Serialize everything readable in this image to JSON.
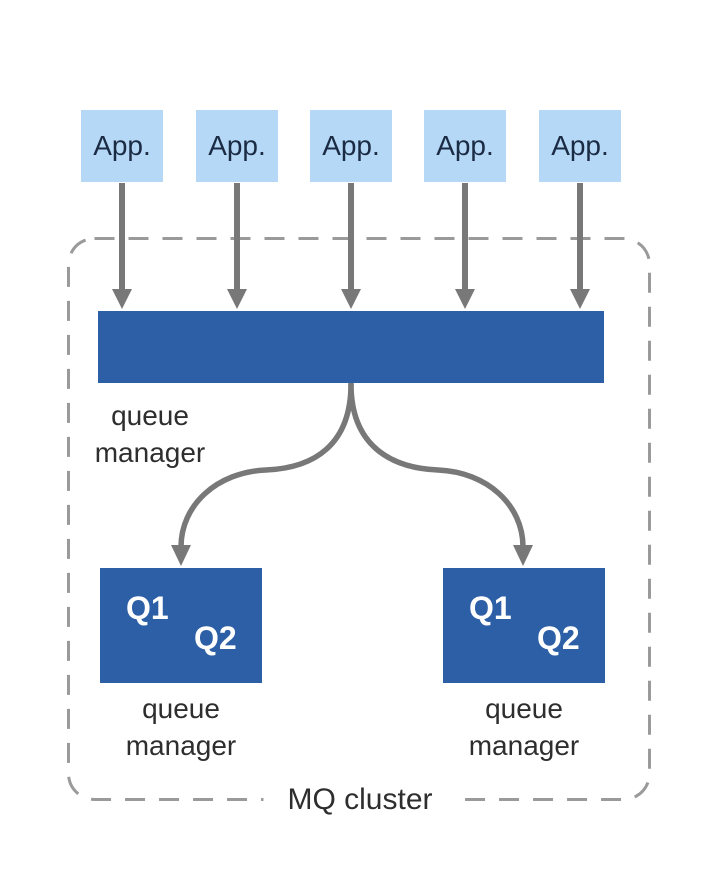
{
  "diagram": {
    "cluster_label": "MQ cluster",
    "apps": [
      {
        "label": "App."
      },
      {
        "label": "App."
      },
      {
        "label": "App."
      },
      {
        "label": "App."
      },
      {
        "label": "App."
      }
    ],
    "gateway_queue_manager": {
      "label": "queue manager"
    },
    "backend_queue_managers": [
      {
        "label": "queue manager",
        "queues": [
          "Q1",
          "Q2"
        ]
      },
      {
        "label": "queue manager",
        "queues": [
          "Q1",
          "Q2"
        ]
      }
    ]
  },
  "colors": {
    "dark_blue": "#2d5fa6",
    "light_blue": "#b5d8f6",
    "navy_text": "#1b2b44",
    "arrow_gray": "#787878",
    "dash_gray": "#9a9a9a",
    "text_dark": "#2e2e2e"
  }
}
